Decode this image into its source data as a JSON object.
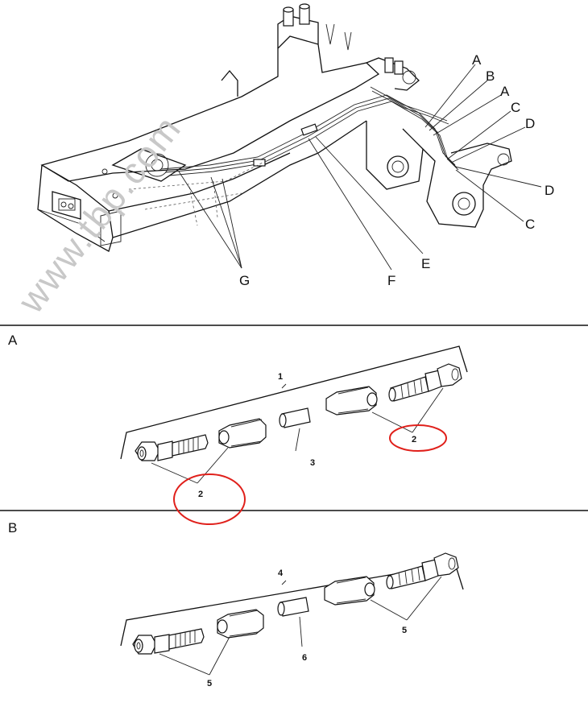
{
  "watermark": "www.tbp.com",
  "main_view": {
    "callouts": [
      "A",
      "B",
      "A",
      "C",
      "D",
      "D",
      "C",
      "E",
      "F",
      "G"
    ]
  },
  "section_a": {
    "label": "A",
    "item_numbers": {
      "assembly": "1",
      "fitting_left": "2",
      "fitting_right": "2",
      "hose": "3"
    }
  },
  "section_b": {
    "label": "B",
    "item_numbers": {
      "assembly": "4",
      "fitting_left": "5",
      "fitting_right": "5",
      "hose": "6"
    }
  },
  "colors": {
    "highlight": "#e0201b",
    "line": "#111111",
    "watermark": "#c8c8c8"
  }
}
